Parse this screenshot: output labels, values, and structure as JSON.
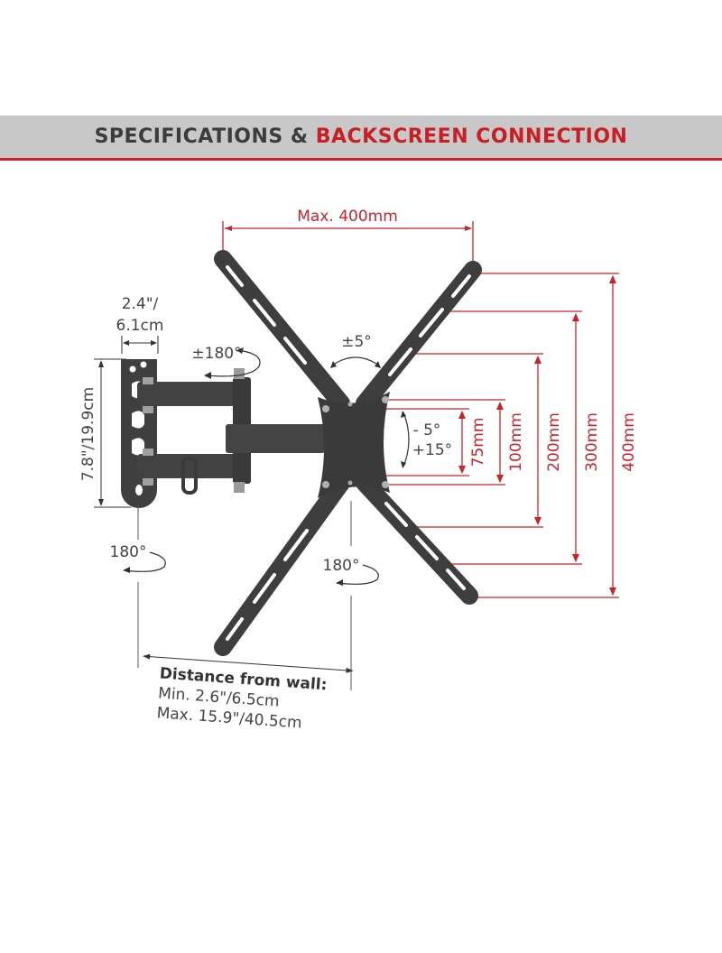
{
  "header": {
    "title_part1": "SPECIFICATIONS & ",
    "title_part2": "BACKSCREEN CONNECTION"
  },
  "colors": {
    "accent_red": "#c8232b",
    "header_bg": "#c8c8c8",
    "bracket": "#3e3e3e",
    "label_gray": "#444444"
  },
  "dimensions": {
    "max_width": "Max. 400mm",
    "wall_plate_width_line1": "2.4\"/",
    "wall_plate_width_line2": "6.1cm",
    "wall_plate_height": "7.8\"/19.9cm",
    "vesa_heights": [
      "75mm",
      "100mm",
      "200mm",
      "300mm",
      "400mm"
    ]
  },
  "rotations": {
    "arm_swivel": "±180°",
    "rotation": "±5°",
    "tilt_line1": "- 5°",
    "tilt_line2": "+15°",
    "wall_pivot": "180°",
    "head_pivot": "180°"
  },
  "distance": {
    "title": "Distance from wall:",
    "min": "Min. 2.6\"/6.5cm",
    "max": "Max. 15.9\"/40.5cm"
  }
}
